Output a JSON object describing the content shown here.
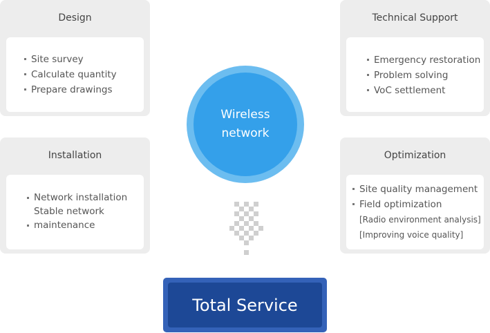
{
  "cards": {
    "design": {
      "title": "Design",
      "items": [
        "Site survey",
        "Calculate quantity",
        "Prepare drawings"
      ]
    },
    "technical_support": {
      "title": "Technical Support",
      "items": [
        "Emergency restoration",
        "Problem solving",
        "VoC settlement"
      ]
    },
    "installation": {
      "title": "Installation",
      "items": [
        "Network installation",
        "Stable network",
        "maintenance"
      ]
    },
    "optimization": {
      "title": "Optimization",
      "items": [
        "Site quality management",
        "Field optimization",
        "[Radio environment analysis]",
        "[Improving voice quality]"
      ]
    }
  },
  "center": {
    "line1": "Wireless",
    "line2": "network"
  },
  "total": {
    "label": "Total Service"
  }
}
